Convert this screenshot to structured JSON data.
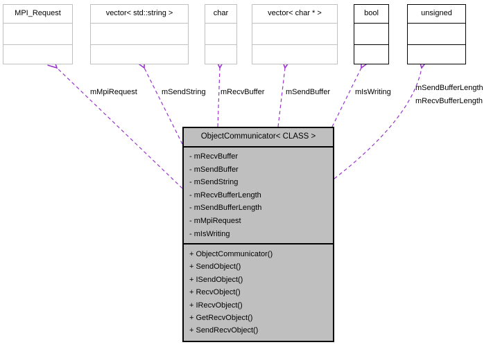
{
  "diagram": {
    "main_class": {
      "title": "ObjectCommunicator< CLASS >",
      "attributes": [
        "- mRecvBuffer",
        "- mSendBuffer",
        "- mSendString",
        "- mRecvBufferLength",
        "- mSendBufferLength",
        "- mMpiRequest",
        "- mIsWriting"
      ],
      "methods": [
        "+ ObjectCommunicator()",
        "+ SendObject()",
        "+ ISendObject()",
        "+ RecvObject()",
        "+ IRecvObject()",
        "+ GetRecvObject()",
        "+ SendRecvObject()"
      ]
    },
    "related_classes": [
      {
        "name": "MPI_Request"
      },
      {
        "name": "vector< std::string >"
      },
      {
        "name": "char"
      },
      {
        "name": "vector< char * >"
      },
      {
        "name": "bool"
      },
      {
        "name": "unsigned"
      }
    ],
    "edge_labels": [
      "mMpiRequest",
      "mSendString",
      "mRecvBuffer",
      "mSendBuffer",
      "mIsWriting",
      "mSendBufferLength",
      "mRecvBufferLength"
    ],
    "colors": {
      "edge": "#9a32cd",
      "main_fill": "#bfbfbf",
      "light_border": "#c0c0c0",
      "dark_border": "#000000"
    }
  }
}
